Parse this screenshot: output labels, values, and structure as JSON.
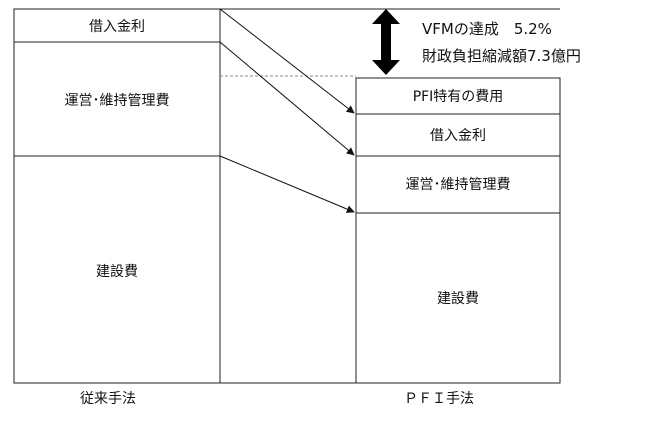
{
  "conventional": {
    "segments": [
      "借入金利",
      "運営･維持管理費",
      "建設費"
    ],
    "caption": "従来手法"
  },
  "pfi": {
    "segments": [
      "PFI特有の費用",
      "借入金利",
      "運営･維持管理費",
      "建設費"
    ],
    "caption": "ＰＦＩ手法"
  },
  "annotation": {
    "line1": "VFMの達成　5.2%",
    "line2": "財政負担縮減額7.3億円"
  }
}
